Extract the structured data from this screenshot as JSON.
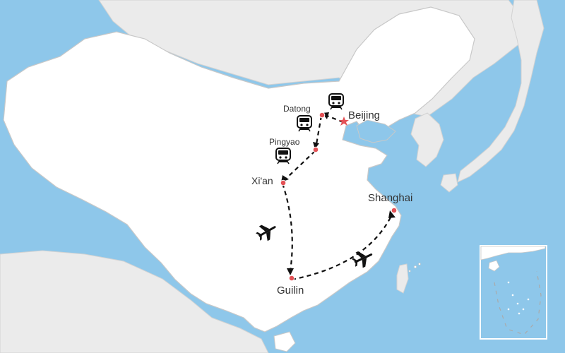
{
  "colors": {
    "sea": "#8ec7ea",
    "china_land": "#ffffff",
    "neighbor_land": "#ebebeb",
    "border": "#c8c8c8",
    "city_dot": "#e45256",
    "capital_star": "#e45256",
    "route": "#111111"
  },
  "cities": [
    {
      "id": "beijing",
      "label": "Beijing",
      "marker": "star"
    },
    {
      "id": "datong",
      "label": "Datong",
      "marker": "dot"
    },
    {
      "id": "pingyao",
      "label": "Pingyao",
      "marker": "dot"
    },
    {
      "id": "xian",
      "label": "Xi'an",
      "marker": "dot"
    },
    {
      "id": "guilin",
      "label": "Guilin",
      "marker": "dot"
    },
    {
      "id": "shanghai",
      "label": "Shanghai",
      "marker": "dot"
    }
  ],
  "routes": [
    {
      "from": "beijing",
      "to": "datong",
      "mode": "train"
    },
    {
      "from": "datong",
      "to": "pingyao",
      "mode": "train"
    },
    {
      "from": "pingyao",
      "to": "xian",
      "mode": "train"
    },
    {
      "from": "xian",
      "to": "guilin",
      "mode": "flight"
    },
    {
      "from": "guilin",
      "to": "shanghai",
      "mode": "flight"
    }
  ],
  "icons": {
    "train": "train-icon",
    "flight": "airplane-icon"
  },
  "inset": {
    "name": "south-china-sea-inset"
  }
}
